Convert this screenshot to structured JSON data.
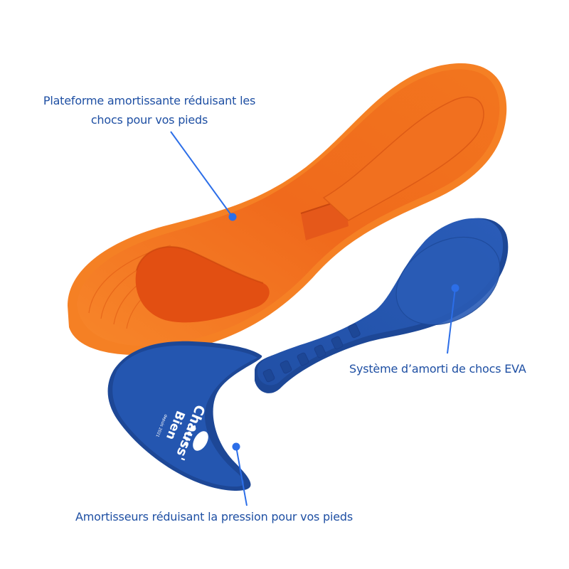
{
  "callouts": {
    "platform": {
      "line1": "Plateforme amortissante réduisant les",
      "line2": "chocs pour vos pieds"
    },
    "eva": {
      "text": "Système d’amorti de chocs EVA"
    },
    "pressure": {
      "text": "Amortisseurs réduisant la pression pour vos pieds"
    }
  },
  "brand": {
    "name_line1": "Chauss'",
    "name_line2": "Bien",
    "tagline": "depuis 2021",
    "icon": "footprint-icon"
  },
  "colors": {
    "orange_main": "#f06a1c",
    "orange_dark": "#d94e10",
    "orange_light": "#f7862a",
    "blue_main": "#2456b0",
    "blue_dark": "#1a3f8c",
    "callout_blue": "#1e4fa3",
    "pointer_blue": "#2c6ee8"
  }
}
